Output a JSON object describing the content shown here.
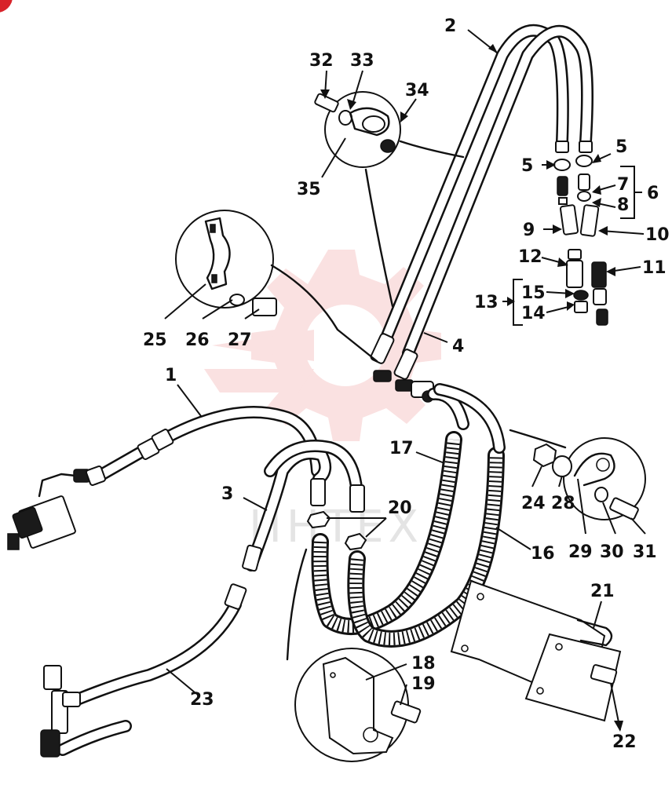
{
  "diagram": {
    "watermark_text": "ИНТЕХ",
    "callouts": [
      {
        "id": "c1",
        "label": "1"
      },
      {
        "id": "c2",
        "label": "2"
      },
      {
        "id": "c3",
        "label": "3"
      },
      {
        "id": "c4",
        "label": "4"
      },
      {
        "id": "c5a",
        "label": "5"
      },
      {
        "id": "c5b",
        "label": "5"
      },
      {
        "id": "c6",
        "label": "6"
      },
      {
        "id": "c7",
        "label": "7"
      },
      {
        "id": "c8",
        "label": "8"
      },
      {
        "id": "c9",
        "label": "9"
      },
      {
        "id": "c10",
        "label": "10"
      },
      {
        "id": "c11",
        "label": "11"
      },
      {
        "id": "c12",
        "label": "12"
      },
      {
        "id": "c13",
        "label": "13"
      },
      {
        "id": "c14",
        "label": "14"
      },
      {
        "id": "c15",
        "label": "15"
      },
      {
        "id": "c16",
        "label": "16"
      },
      {
        "id": "c17",
        "label": "17"
      },
      {
        "id": "c18",
        "label": "18"
      },
      {
        "id": "c19",
        "label": "19"
      },
      {
        "id": "c20",
        "label": "20"
      },
      {
        "id": "c21",
        "label": "21"
      },
      {
        "id": "c22",
        "label": "22"
      },
      {
        "id": "c23",
        "label": "23"
      },
      {
        "id": "c24",
        "label": "24"
      },
      {
        "id": "c25",
        "label": "25"
      },
      {
        "id": "c26",
        "label": "26"
      },
      {
        "id": "c27",
        "label": "27"
      },
      {
        "id": "c28",
        "label": "28"
      },
      {
        "id": "c29",
        "label": "29"
      },
      {
        "id": "c30",
        "label": "30"
      },
      {
        "id": "c31",
        "label": "31"
      },
      {
        "id": "c32",
        "label": "32"
      },
      {
        "id": "c33",
        "label": "33"
      },
      {
        "id": "c34",
        "label": "34"
      },
      {
        "id": "c35",
        "label": "35"
      }
    ],
    "colors": {
      "line": "#111111",
      "background": "#ffffff",
      "watermark": "#f2c4c4",
      "corner_mark": "#d8232a"
    }
  }
}
